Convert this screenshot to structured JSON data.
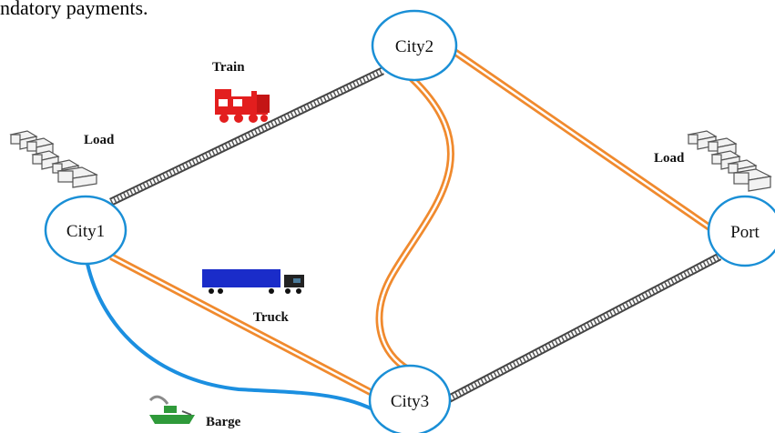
{
  "header_text": "ndatory payments.",
  "nodes": [
    {
      "id": "city1",
      "label": "City1"
    },
    {
      "id": "city2",
      "label": "City2"
    },
    {
      "id": "city3",
      "label": "City3"
    },
    {
      "id": "port",
      "label": "Port"
    }
  ],
  "edges": [
    {
      "from": "City1",
      "to": "City2",
      "mode": "rail"
    },
    {
      "from": "City1",
      "to": "City3",
      "mode": "road"
    },
    {
      "from": "City1",
      "to": "City3",
      "mode": "water"
    },
    {
      "from": "City2",
      "to": "City3",
      "mode": "road"
    },
    {
      "from": "City2",
      "to": "Port",
      "mode": "road"
    },
    {
      "from": "City3",
      "to": "Port",
      "mode": "rail"
    }
  ],
  "labels": {
    "train": "Train",
    "truck": "Truck",
    "barge": "Barge",
    "load_left": "Load",
    "load_right": "Load"
  },
  "colors": {
    "node_stroke": "#1a8fd6",
    "road": "#f08a2e",
    "water": "#1b8fe0",
    "rail": "#555555",
    "train": "#e31e1e",
    "truck": "#1a2cc9",
    "barge": "#2f9a3a"
  },
  "icons": [
    "train-icon",
    "truck-icon",
    "barge-icon",
    "cargo-boxes-icon"
  ]
}
